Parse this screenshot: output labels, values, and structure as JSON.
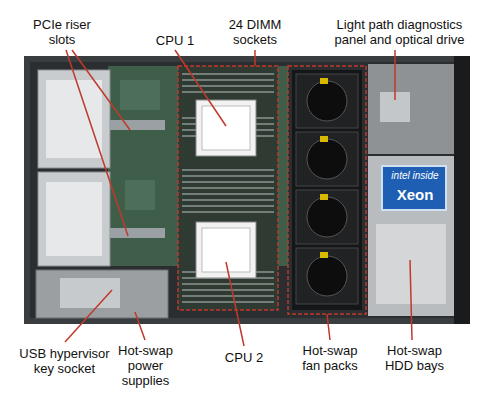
{
  "diagram": {
    "labels": [
      "PCIe riser slots",
      "CPU 1",
      "24 DIMM sockets",
      "Light path diagnostics panel and optical drive",
      "intel inside",
      "Xeon",
      "USB hypervisor key socket",
      "Hot-swap power supplies",
      "CPU 2",
      "Hot-swap fan packs",
      "Hot-swap HDD bays"
    ]
  }
}
